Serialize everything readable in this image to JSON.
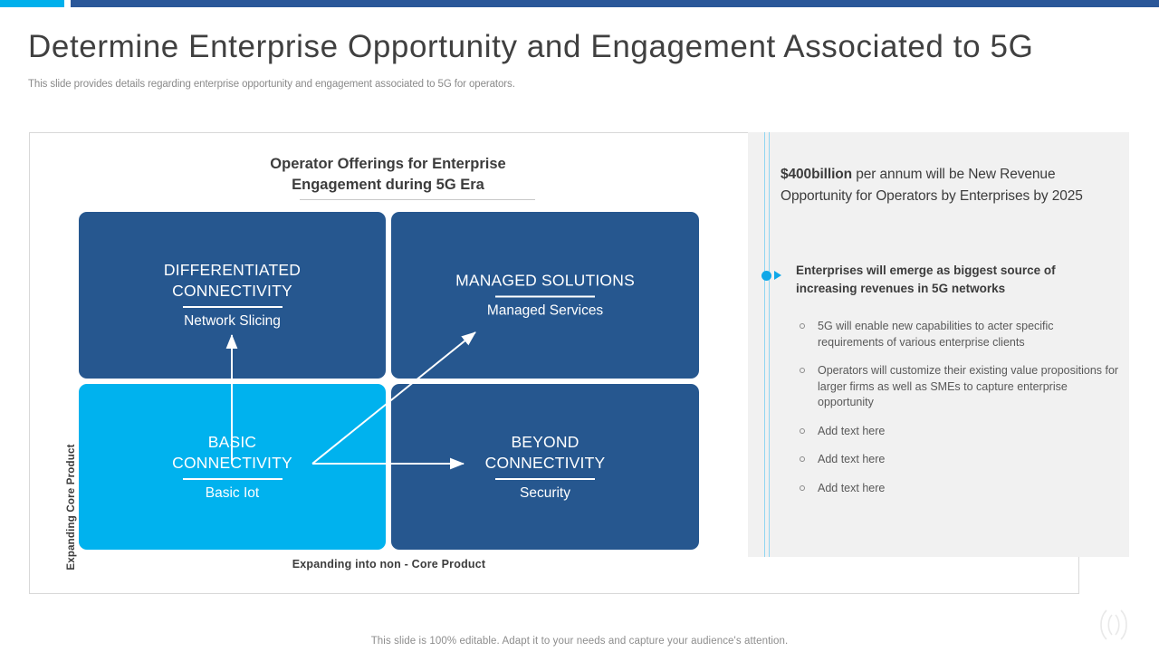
{
  "theme": {
    "accent_cyan": "#00b0ec",
    "accent_blue": "#2a5799",
    "box_dark": "#26578f",
    "box_light": "#00b2ee",
    "panel_gray": "#f1f1f1",
    "rail_line": "#8fd6f2"
  },
  "header": {
    "title": "Determine Enterprise Opportunity and Engagement Associated to 5G",
    "subtitle": "This slide provides details regarding enterprise opportunity and engagement associated to 5G for operators."
  },
  "matrix": {
    "title_line1": "Operator Offerings for Enterprise",
    "title_line2": "Engagement during 5G Era",
    "axis_y_label": "Expanding Core Product",
    "axis_x_label": "Expanding into non - Core Product",
    "quadrants": [
      {
        "id": "top-left",
        "heading_line1": "DIFFERENTIATED",
        "heading_line2": "CONNECTIVITY",
        "subtitle": "Network Slicing",
        "style": "dark"
      },
      {
        "id": "top-right",
        "heading_line1": "MANAGED SOLUTIONS",
        "heading_line2": "",
        "subtitle": "Managed Services",
        "style": "dark"
      },
      {
        "id": "bottom-left",
        "heading_line1": "BASIC",
        "heading_line2": "CONNECTIVITY",
        "subtitle": "Basic Iot",
        "style": "light"
      },
      {
        "id": "bottom-right",
        "heading_line1": "BEYOND",
        "heading_line2": "CONNECTIVITY",
        "subtitle": "Security",
        "style": "dark"
      }
    ]
  },
  "insights": {
    "headline_emphasis": "$400billion",
    "headline_rest": " per annum will be New Revenue Opportunity for Operators by Enterprises by 2025",
    "lead_bullet": "Enterprises will emerge as biggest source of increasing revenues in 5G networks",
    "sub_bullets": [
      "5G will enable new capabilities to acter specific requirements of various enterprise clients",
      "Operators will customize their existing value propositions for larger firms as well as SMEs to capture enterprise opportunity",
      "Add text here",
      "Add text here",
      "Add text here"
    ]
  },
  "footer": {
    "note": "This slide is 100% editable. Adapt it to your needs and capture your audience's attention."
  }
}
